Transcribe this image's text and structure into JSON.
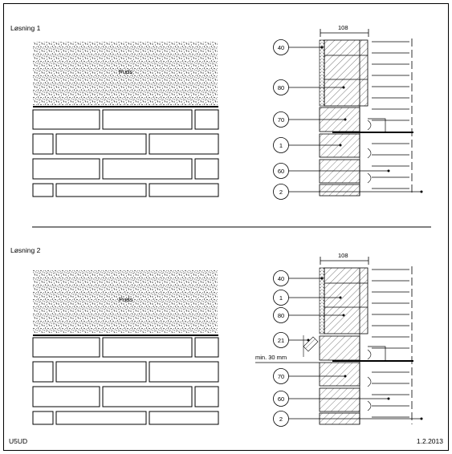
{
  "sections": [
    {
      "title": "Løsning 1",
      "plaster_label": "Puds",
      "dimension": "108",
      "callouts": [
        "40",
        "80",
        "70",
        "1",
        "60",
        "2"
      ],
      "extra_note": ""
    },
    {
      "title": "Løsning 2",
      "plaster_label": "Puds",
      "dimension": "108",
      "callouts": [
        "40",
        "1",
        "80",
        "21",
        "70",
        "60",
        "2"
      ],
      "extra_note": "min. 30 mm"
    }
  ],
  "footer": {
    "code": "U5UD",
    "date": "1.2.2013"
  },
  "colors": {
    "line": "#000000",
    "background": "#ffffff",
    "hatch": "#333333"
  }
}
